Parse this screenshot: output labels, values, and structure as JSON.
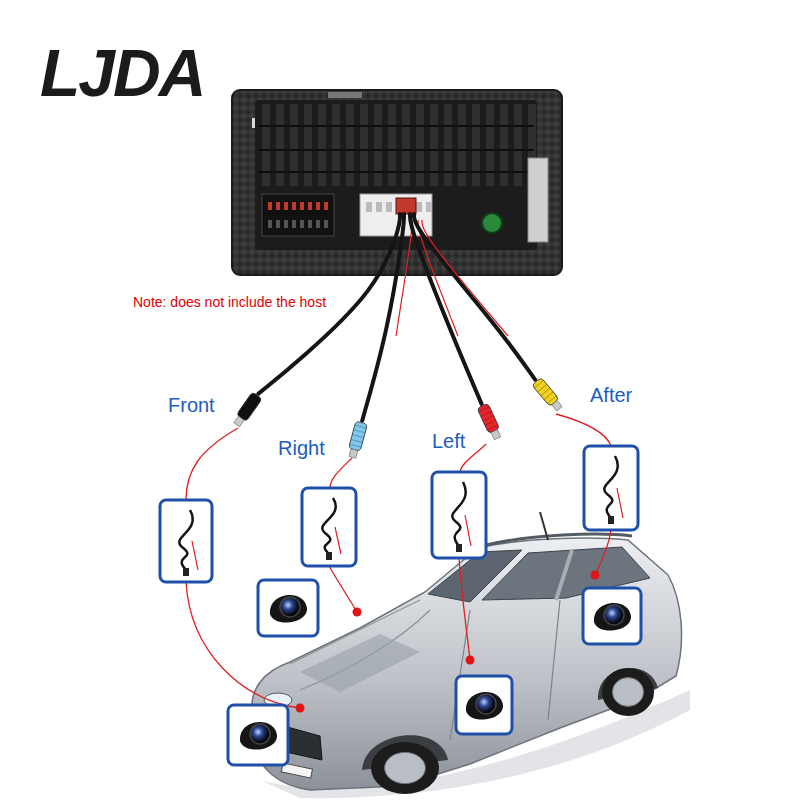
{
  "diagram": {
    "labels": [
      "LJDA",
      "Note: does not include the host",
      "Front",
      "Right",
      "Left",
      "After"
    ]
  }
}
